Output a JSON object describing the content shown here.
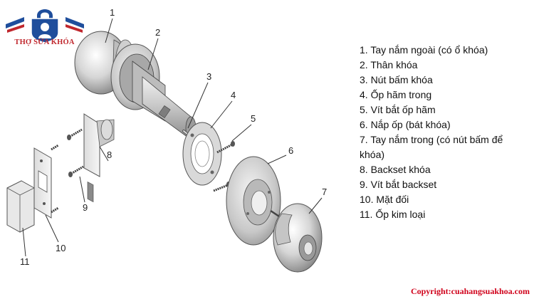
{
  "brand": {
    "name": "THỢ SỬA KHÓA",
    "logo_icon": "locksmith-lock-shield-icon",
    "accent_color": "#c0272d",
    "secondary_color": "#1f4e9c"
  },
  "callouts": [
    "1",
    "2",
    "3",
    "4",
    "5",
    "6",
    "7",
    "8",
    "9",
    "10",
    "11"
  ],
  "legend": [
    "1. Tay nắm ngoài (có ổ khóa)",
    "2. Thân khóa",
    "3. Nút bấm khóa",
    "4. Ốp hãm trong",
    "5. Vít bắt ốp hãm",
    "6. Nắp ốp (bát khóa)",
    "7. Tay nắm trong (có nút bấm để khóa)",
    "8. Backset khóa",
    "9. Vít bắt backset",
    "10. Mặt đối",
    "11. Ốp kim loại"
  ],
  "copyright": "Copyright:cuahangsuakhoa.com",
  "copyright_color": "#d0021b"
}
